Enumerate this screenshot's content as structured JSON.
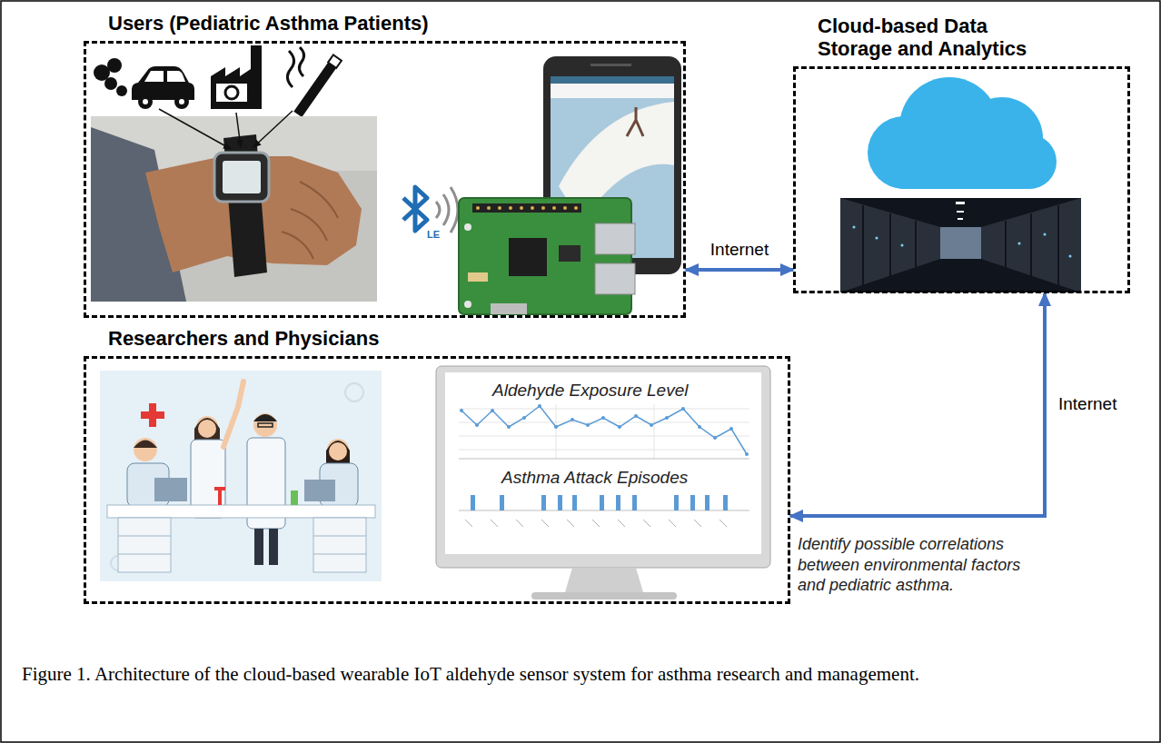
{
  "diagram": {
    "caption": "Figure 1. Architecture of the cloud-based wearable IoT aldehyde sensor system for asthma research and management.",
    "nodes": [
      {
        "text": [
          "Users (Pediatric Asthma Patients)"
        ]
      },
      {
        "text": [
          "Cloud-based Data Storage and Analytics"
        ]
      },
      {
        "text": [
          "Researchers and Physicians"
        ]
      }
    ],
    "edges": [
      {
        "from": 0,
        "to": 1,
        "arrow": "both",
        "label": "Internet"
      },
      {
        "from": 1,
        "to": 2,
        "arrow": "both",
        "label": "Internet"
      }
    ],
    "labels": [
      "LE",
      "Aldehyde Exposure Level",
      "Asthma Attack Episodes",
      "Identify possible correlations between environmental factors and pediatric asthma."
    ]
  }
}
